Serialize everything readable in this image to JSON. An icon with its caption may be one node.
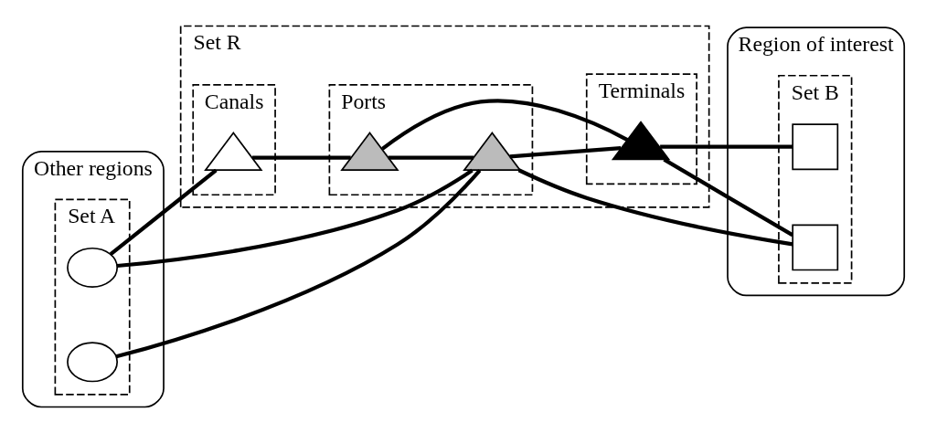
{
  "diagram": {
    "nodes": [
      {
        "text": [
          "Other regions"
        ]
      },
      {
        "text": [
          "Region of interest"
        ]
      },
      {
        "text": [
          "Set A"
        ],
        "in": 0
      },
      {
        "text": [
          "Set R"
        ]
      },
      {
        "text": [
          "Set B"
        ],
        "in": 1
      },
      {
        "text": [
          "Canals"
        ],
        "in": 3
      },
      {
        "text": [
          "Ports"
        ],
        "in": 3
      },
      {
        "text": [
          "Terminals"
        ],
        "in": 3
      },
      {
        "text": [],
        "shape": "circle",
        "in": 2
      },
      {
        "text": [],
        "shape": "circle",
        "in": 2
      },
      {
        "text": [],
        "shape": "triangle",
        "in": 5
      },
      {
        "text": [],
        "shape": "triangle",
        "in": 6
      },
      {
        "text": [],
        "shape": "triangle",
        "in": 6
      },
      {
        "text": [],
        "shape": "triangle",
        "in": 7
      },
      {
        "text": [],
        "shape": "box",
        "in": 4
      },
      {
        "text": [],
        "shape": "box",
        "in": 4
      }
    ],
    "edges": [
      {
        "from": 8,
        "to": 10,
        "arrow": "none"
      },
      {
        "from": 10,
        "to": 11,
        "arrow": "none"
      },
      {
        "from": 11,
        "to": 13,
        "arrow": "none"
      },
      {
        "from": 13,
        "to": 14,
        "arrow": "none"
      },
      {
        "from": 8,
        "to": 12,
        "arrow": "none"
      },
      {
        "from": 9,
        "to": 12,
        "arrow": "none"
      },
      {
        "from": 12,
        "to": 15,
        "arrow": "none"
      },
      {
        "from": 11,
        "to": 12,
        "arrow": "none"
      },
      {
        "from": 12,
        "to": 13,
        "arrow": "none"
      },
      {
        "from": 13,
        "to": 15,
        "arrow": "none"
      }
    ]
  }
}
